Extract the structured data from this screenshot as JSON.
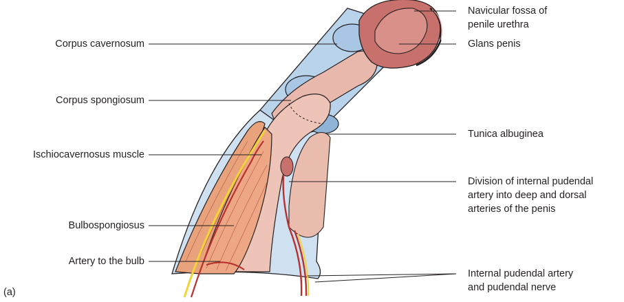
{
  "panel_letter": "(a)",
  "labels": {
    "corpus_cavernosum": "Corpus cavernosum",
    "corpus_spongiosum": "Corpus spongiosum",
    "ischiocavernosus": "Ischiocavernosus muscle",
    "bulbospongiosus": "Bulbospongiosus",
    "artery_to_bulb": "Artery to the bulb",
    "navicular_fossa": [
      "Navicular fossa of",
      "penile urethra"
    ],
    "glans_penis": "Glans penis",
    "tunica_albuginea": "Tunica albuginea",
    "division_artery": [
      "Division of internal pudendal",
      "artery into deep and dorsal",
      "arteries of the penis"
    ],
    "internal_pudendal": [
      "Internal pudendal artery",
      "and pudendal nerve"
    ]
  },
  "colors": {
    "tunica_blue": "#b9d3ea",
    "tunica_blue_dark": "#8fb4d8",
    "erectile_pink": "#e8b8ac",
    "glans_red": "#c8706c",
    "muscle_orange": "#e8a27c",
    "artery_red": "#b8312f",
    "nerve_yellow": "#f2d33a",
    "outline": "#231f20"
  }
}
